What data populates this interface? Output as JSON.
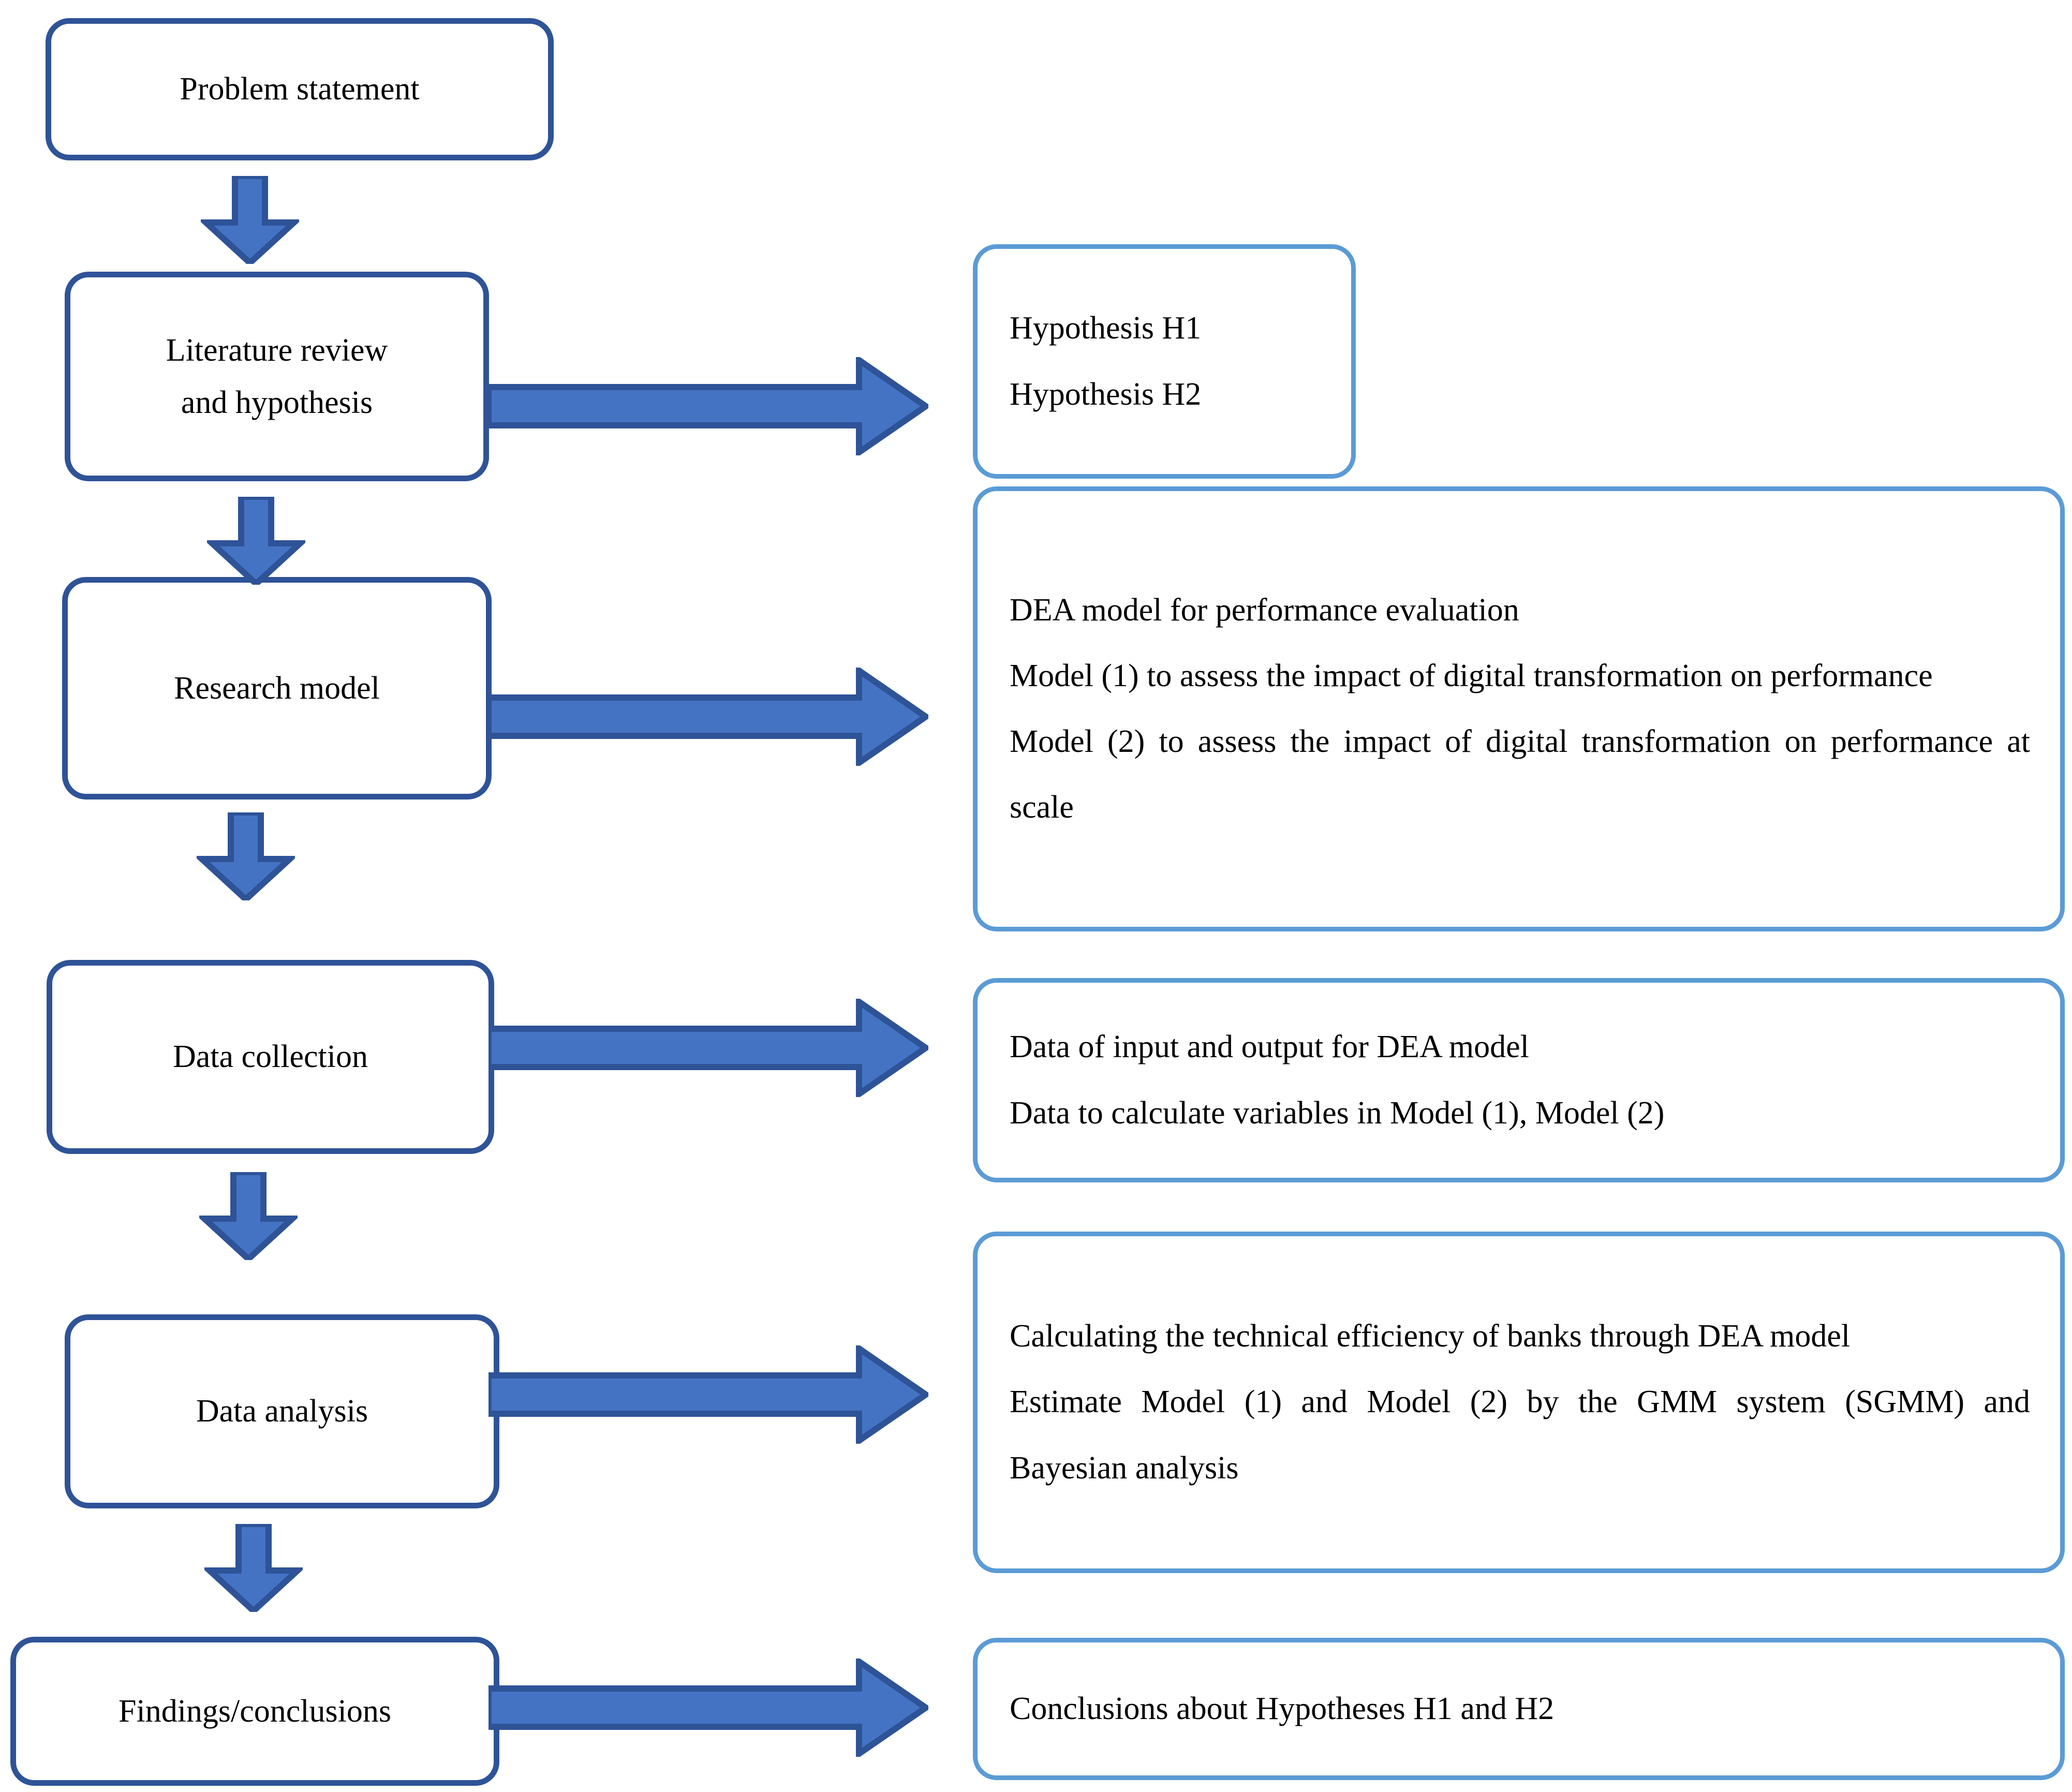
{
  "diagram": {
    "title": "Research process flowchart",
    "colors": {
      "stage_box_border": "#2E5397",
      "detail_box_border": "#5B9BD5",
      "arrow_fill": "#4573C4",
      "arrow_border": "#2E5397",
      "background": "#FFFFFF",
      "text": "#000000"
    },
    "stages": [
      {
        "id": "problem-statement",
        "label": "Problem statement"
      },
      {
        "id": "literature-review",
        "label_line1": "Literature review",
        "label_line2": "and hypothesis"
      },
      {
        "id": "research-model",
        "label": "Research model"
      },
      {
        "id": "data-collection",
        "label": "Data collection"
      },
      {
        "id": "data-analysis",
        "label": "Data analysis"
      },
      {
        "id": "findings-conclusions",
        "label": "Findings/conclusions"
      }
    ],
    "details": [
      {
        "id": "hypotheses",
        "lines": [
          "Hypothesis H1",
          "Hypothesis H2"
        ]
      },
      {
        "id": "research-model-detail",
        "lines": [
          "DEA model for performance evaluation",
          "Model (1) to assess the impact of digital transformation on performance",
          "Model (2) to assess the impact of digital transformation on performance at scale"
        ]
      },
      {
        "id": "data-collection-detail",
        "lines": [
          "Data of input and output for DEA model",
          "Data to calculate variables in Model (1), Model (2)"
        ]
      },
      {
        "id": "data-analysis-detail",
        "lines": [
          "Calculating the technical efficiency of banks through DEA model",
          "Estimate Model (1) and Model (2) by the GMM system (SGMM) and Bayesian analysis"
        ]
      },
      {
        "id": "conclusions-detail",
        "lines": [
          "Conclusions about Hypotheses H1 and H2"
        ]
      }
    ],
    "connectors": {
      "down_arrow_count": 5,
      "right_arrow_count": 5,
      "down_arrow_name": "down-arrow-icon",
      "right_arrow_name": "right-arrow-icon"
    }
  }
}
